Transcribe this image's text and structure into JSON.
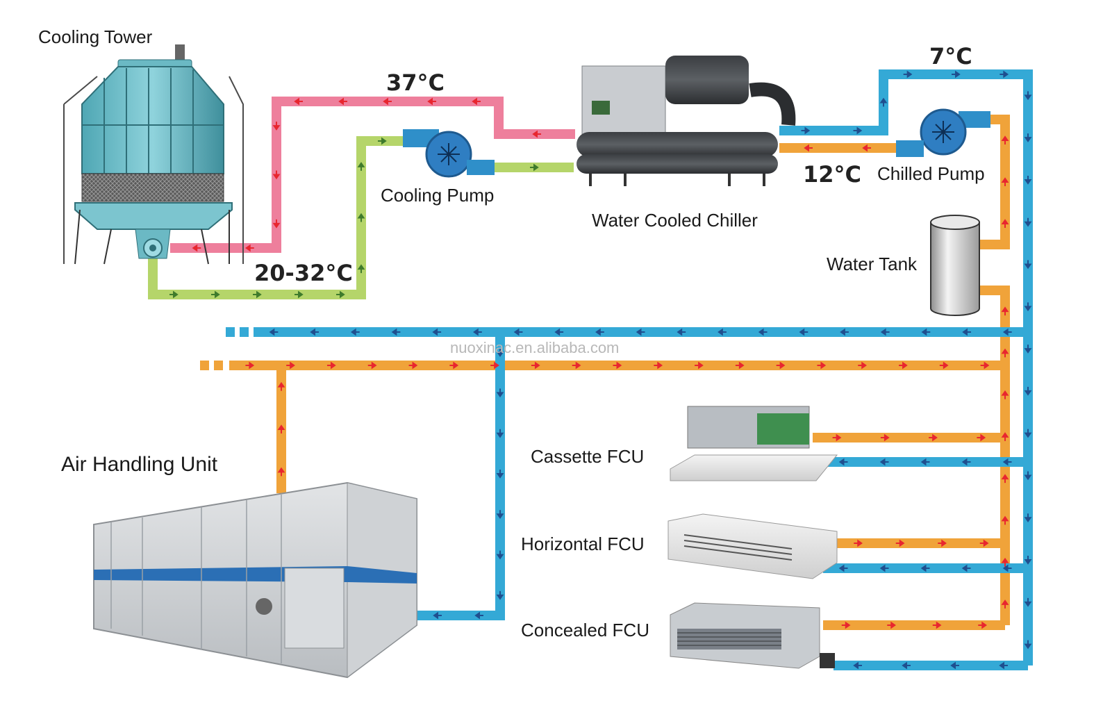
{
  "labels": {
    "cooling_tower": "Cooling Tower",
    "cooling_pump": "Cooling Pump",
    "water_cooled_chiller": "Water Cooled Chiller",
    "chilled_pump": "Chilled Pump",
    "water_tank": "Water Tank",
    "air_handling_unit": "Air Handling Unit",
    "cassette_fcu": "Cassette FCU",
    "horizontal_fcu": "Horizontal FCU",
    "concealed_fcu": "Concealed FCU"
  },
  "temperatures": {
    "condenser_return": "37°C",
    "condenser_supply": "20-32°C",
    "chilled_supply": "7°C",
    "chilled_return": "12°C"
  },
  "watermark": "nuoxinac.en.alibaba.com",
  "colors": {
    "hot_pipe": "#ee7f9c",
    "hot_arrow": "#e8262f",
    "condenser_pipe": "#b5d56a",
    "condenser_arrow": "#3f7b2c",
    "chilled_supply_pipe": "#34a9d6",
    "chilled_return_pipe": "#f0a33a",
    "flow_arrow": "#1f4f8f"
  }
}
